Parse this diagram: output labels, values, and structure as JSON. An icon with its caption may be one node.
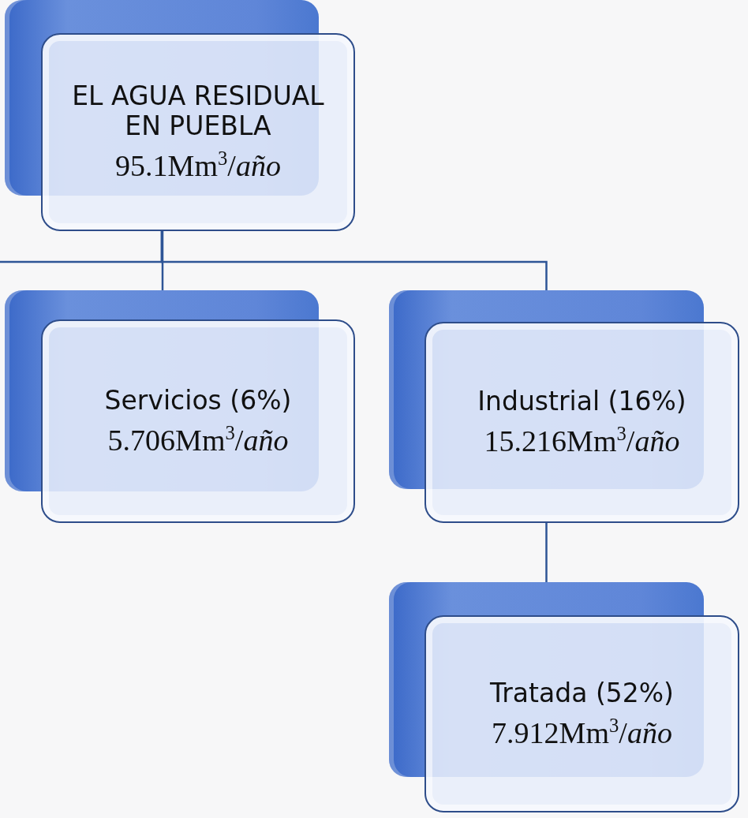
{
  "diagram": {
    "nodes": [
      {
        "text": [
          "EL AGUA RESIDUAL EN PUEBLA",
          "95.1Mm$^{3}$/*año*"
        ]
      },
      {
        "text": [
          "Servicios (6%)",
          "5.706Mm$^{3}$/*año*"
        ]
      },
      {
        "text": [
          "Industrial (16%)",
          "15.216Mm$^{3}$/*año*"
        ]
      },
      {
        "text": [
          "Tratada (52%)",
          "7.912Mm$^{3}$/*año*"
        ]
      }
    ],
    "edges": [
      {
        "from": 0,
        "to": 1,
        "arrow": "none"
      },
      {
        "from": 0,
        "to": 2,
        "arrow": "none"
      },
      {
        "from": 0,
        "to": null,
        "arrow": "none"
      },
      {
        "from": 2,
        "to": 3,
        "arrow": "none"
      }
    ]
  }
}
